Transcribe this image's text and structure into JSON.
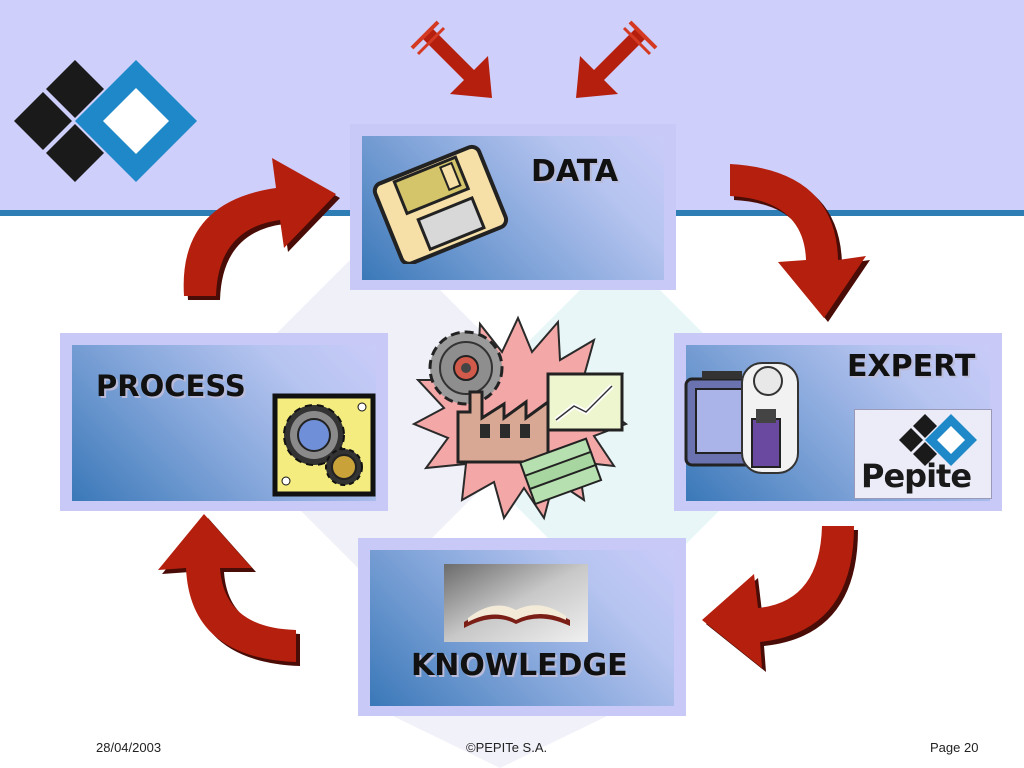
{
  "diagram": {
    "data_label": "DATA",
    "process_label": "PROCESS",
    "expert_label": "EXPERT",
    "knowledge_label": "KNOWLEDGE",
    "logo_text": "Pepite"
  },
  "footer": {
    "date": "28/04/2003",
    "copyright": "©PEPITe S.A.",
    "page": "Page 20"
  },
  "colors": {
    "header_bg": "#cfcffb",
    "header_line": "#2e7db5",
    "arrow_red": "#b51f0e",
    "logo_blue": "#1e88c8",
    "logo_dark": "#1a1a1a"
  }
}
